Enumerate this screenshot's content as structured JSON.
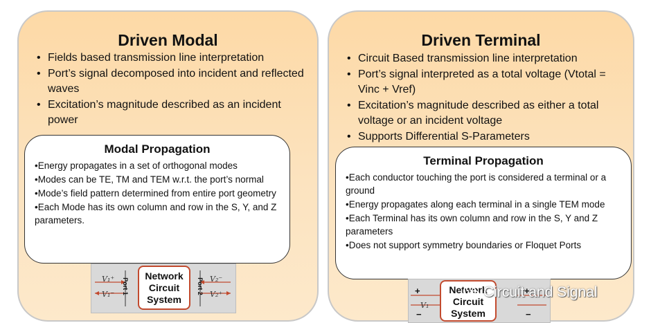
{
  "left": {
    "title": "Driven Modal",
    "bullets": [
      "Fields based transmission line interpretation",
      "Port’s signal decomposed into incident and reflected waves",
      "Excitation’s magnitude described as an incident power"
    ],
    "box": {
      "title": "Modal Propagation",
      "items": [
        "Energy propagates in a set of orthogonal modes",
        "Modes can be TE, TM and TEM w.r.t. the port’s normal",
        "Mode’s field pattern determined from entire port geometry",
        "Each Mode has its own column and row in the S, Y, and Z parameters."
      ]
    },
    "diagram": {
      "box_lines": [
        "Network",
        "Circuit",
        "System"
      ],
      "port_left": "Port 1",
      "port_right": "Port 2"
    }
  },
  "right": {
    "title": "Driven Terminal",
    "bullets": [
      "Circuit Based transmission line interpretation",
      "Port’s signal interpreted as a total voltage (Vtotal = Vinc + Vref)",
      "Excitation’s magnitude described as either a total voltage or an incident voltage",
      "Supports Differential S-Parameters"
    ],
    "box": {
      "title": "Terminal Propagation",
      "items": [
        "Each conductor touching the port is considered a terminal or a ground",
        "Energy propagates along each terminal in a single TEM mode",
        "Each Terminal has its own column and row in the S, Y and Z parameters",
        "Does not support symmetry boundaries or Floquet Ports"
      ]
    },
    "diagram": {
      "box_lines": [
        "Network",
        "Circuit",
        "System"
      ]
    }
  },
  "watermark": "Circuit and Signal"
}
